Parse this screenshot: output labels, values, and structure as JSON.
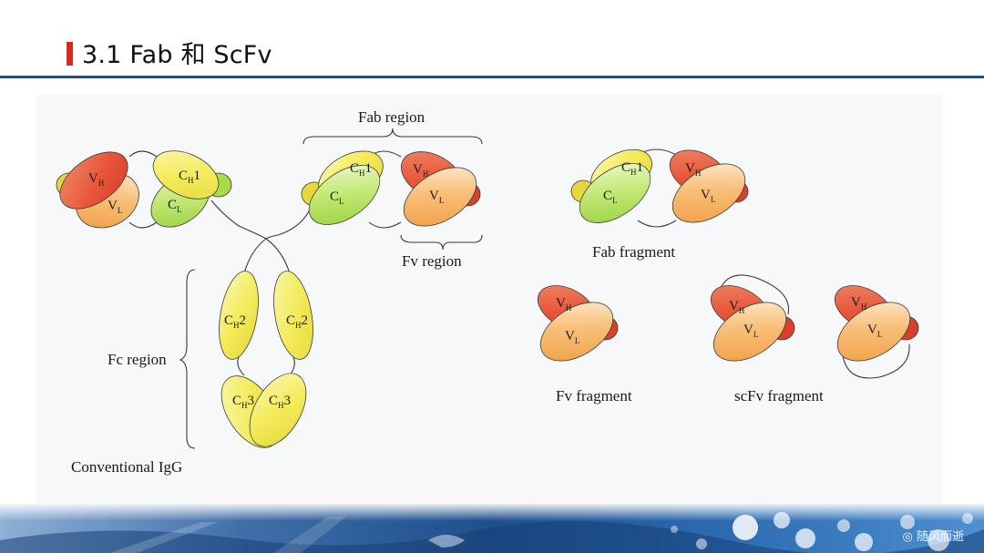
{
  "slide": {
    "title": "3.1 Fab 和 ScFv",
    "watermark": "◎ 随风而逝"
  },
  "diagram": {
    "labels": {
      "fab_region": "Fab region",
      "fv_region": "Fv region",
      "fc_region": "Fc region",
      "conventional_igg": "Conventional IgG",
      "fab_fragment": "Fab fragment",
      "fv_fragment": "Fv fragment",
      "scfv_fragment": "scFv fragment"
    },
    "domains": {
      "VH": {
        "main": "V",
        "sub": "H"
      },
      "VL": {
        "main": "V",
        "sub": "L"
      },
      "CL": {
        "main": "C",
        "sub": "L"
      },
      "CH1": {
        "main": "C",
        "sub": "H",
        "suffix": "1"
      },
      "CH2": {
        "main": "C",
        "sub": "H",
        "suffix": "2"
      },
      "CH3": {
        "main": "C",
        "sub": "H",
        "suffix": "3"
      }
    },
    "colors": {
      "vh": "#e8563a",
      "vl": "#f5a54e",
      "ch": "#f3ec5c",
      "cl": "#a6dc4a",
      "accent": "#e8230f",
      "rule": "#1f4e8c"
    }
  }
}
